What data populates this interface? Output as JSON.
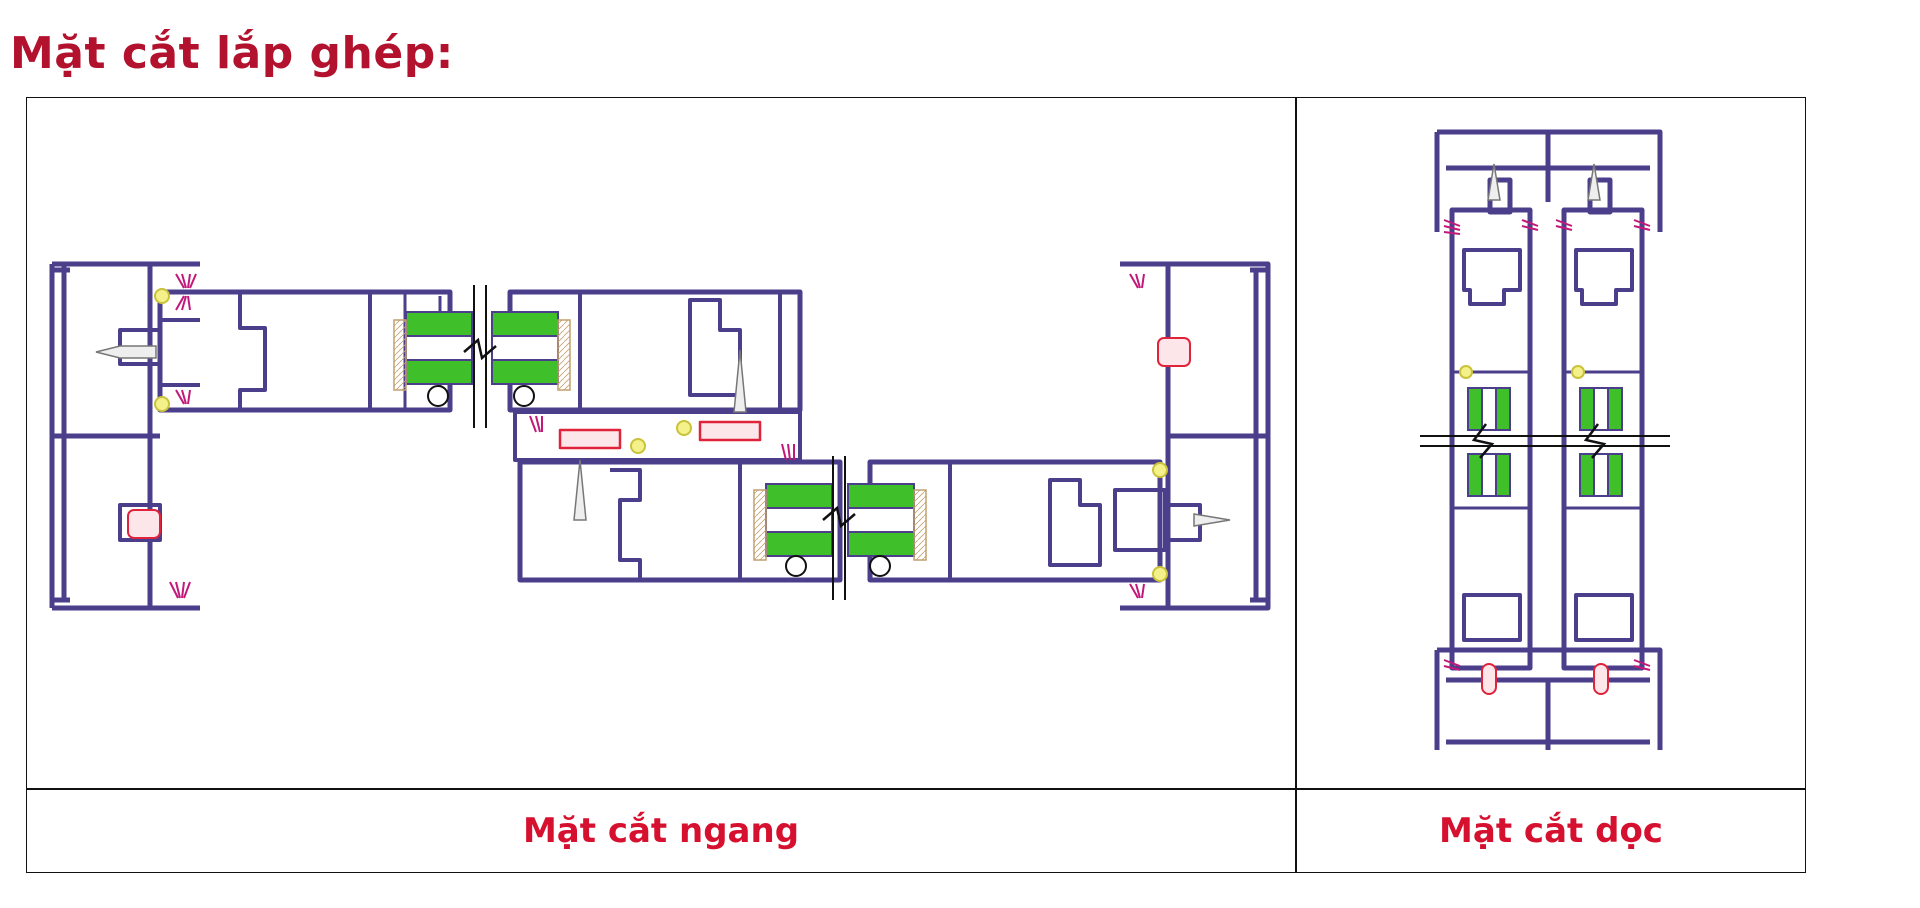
{
  "page": {
    "title": "Mặt cắt lắp ghép:"
  },
  "sections": {
    "horizontal": {
      "caption": "Mặt cắt ngang"
    },
    "vertical": {
      "caption": "Mặt cắt dọc"
    }
  },
  "colors": {
    "profile": "#4b3f8c",
    "glass": "#3fbf2a",
    "gasket": "#c2187a",
    "roller": "#e6e24a",
    "seal": "#e0233a",
    "title": "#b3122e",
    "caption": "#d6102f"
  }
}
